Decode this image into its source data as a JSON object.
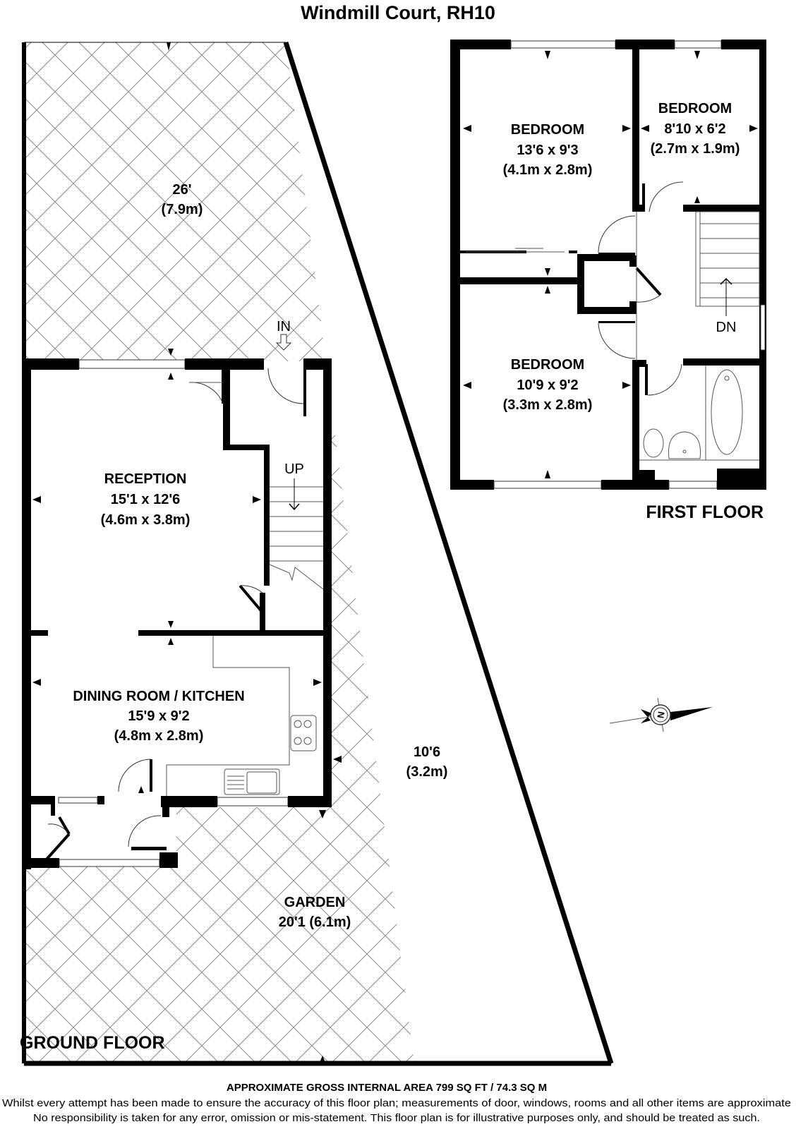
{
  "title": "Windmill Court, RH10",
  "ground_floor": {
    "label": "GROUND FLOOR",
    "outdoor_top": {
      "dim_imperial": "26'",
      "dim_metric": "(7.9m)"
    },
    "outdoor_side": {
      "dim_imperial": "10'6",
      "dim_metric": "(3.2m)"
    },
    "entrance_label": "IN",
    "stairs_label": "UP",
    "rooms": [
      {
        "name": "RECEPTION",
        "dim_imperial": "15'1 x 12'6",
        "dim_metric": "(4.6m x 3.8m)"
      },
      {
        "name": "DINING ROOM / KITCHEN",
        "dim_imperial": "15'9 x 9'2",
        "dim_metric": "(4.8m x 2.8m)"
      }
    ],
    "garden": {
      "name": "GARDEN",
      "dim": "20'1 (6.1m)"
    }
  },
  "first_floor": {
    "label": "FIRST FLOOR",
    "stairs_label": "DN",
    "rooms": [
      {
        "name": "BEDROOM",
        "dim_imperial": "13'6 x 9'3",
        "dim_metric": "(4.1m x 2.8m)"
      },
      {
        "name": "BEDROOM",
        "dim_imperial": "8'10 x 6'2",
        "dim_metric": "(2.7m x 1.9m)"
      },
      {
        "name": "BEDROOM",
        "dim_imperial": "10'9 x 9'2",
        "dim_metric": "(3.3m x 2.8m)"
      }
    ]
  },
  "compass": {
    "icon": "north-compass-icon",
    "label": "N"
  },
  "footer": {
    "area": "APPROXIMATE GROSS INTERNAL AREA 799 SQ FT / 74.3 SQ M",
    "disclaimer_line1": "Whilst every attempt has been made to ensure the accuracy of this floor plan; measurements of door, windows, rooms and all other items are approximate",
    "disclaimer_line2": "No responsibility is taken for any error, omission or mis-statement. This floor plan is for illustrative purposes only, and should be treated as such."
  }
}
